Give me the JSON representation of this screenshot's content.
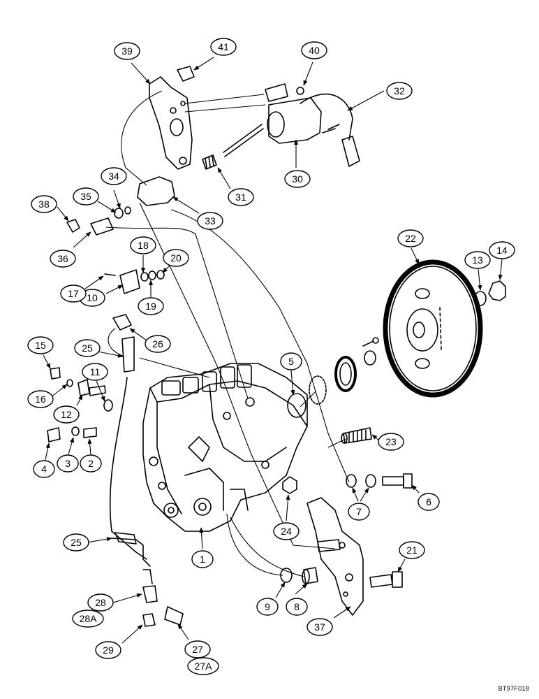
{
  "figure_code": "BT97F018",
  "callouts": [
    {
      "id": "c1",
      "label": "1"
    },
    {
      "id": "c2",
      "label": "2"
    },
    {
      "id": "c3",
      "label": "3"
    },
    {
      "id": "c4",
      "label": "4"
    },
    {
      "id": "c5",
      "label": "5"
    },
    {
      "id": "c6",
      "label": "6"
    },
    {
      "id": "c7",
      "label": "7"
    },
    {
      "id": "c8",
      "label": "8"
    },
    {
      "id": "c9",
      "label": "9"
    },
    {
      "id": "c10",
      "label": "10"
    },
    {
      "id": "c11",
      "label": "11"
    },
    {
      "id": "c12",
      "label": "12"
    },
    {
      "id": "c13",
      "label": "13"
    },
    {
      "id": "c14",
      "label": "14"
    },
    {
      "id": "c15",
      "label": "15"
    },
    {
      "id": "c16",
      "label": "16"
    },
    {
      "id": "c17",
      "label": "17"
    },
    {
      "id": "c18",
      "label": "18"
    },
    {
      "id": "c19",
      "label": "19"
    },
    {
      "id": "c20",
      "label": "20"
    },
    {
      "id": "c21",
      "label": "21"
    },
    {
      "id": "c22",
      "label": "22"
    },
    {
      "id": "c23",
      "label": "23"
    },
    {
      "id": "c24",
      "label": "24"
    },
    {
      "id": "c25a",
      "label": "25"
    },
    {
      "id": "c25b",
      "label": "25"
    },
    {
      "id": "c26",
      "label": "26"
    },
    {
      "id": "c27",
      "label": "27"
    },
    {
      "id": "c27a",
      "label": "27A"
    },
    {
      "id": "c28",
      "label": "28"
    },
    {
      "id": "c28a",
      "label": "28A"
    },
    {
      "id": "c29",
      "label": "29"
    },
    {
      "id": "c30",
      "label": "30"
    },
    {
      "id": "c31",
      "label": "31"
    },
    {
      "id": "c32",
      "label": "32"
    },
    {
      "id": "c33",
      "label": "33"
    },
    {
      "id": "c34",
      "label": "34"
    },
    {
      "id": "c35",
      "label": "35"
    },
    {
      "id": "c36",
      "label": "36"
    },
    {
      "id": "c37",
      "label": "37"
    },
    {
      "id": "c38",
      "label": "38"
    },
    {
      "id": "c39",
      "label": "39"
    },
    {
      "id": "c40",
      "label": "40"
    },
    {
      "id": "c41",
      "label": "41"
    }
  ]
}
